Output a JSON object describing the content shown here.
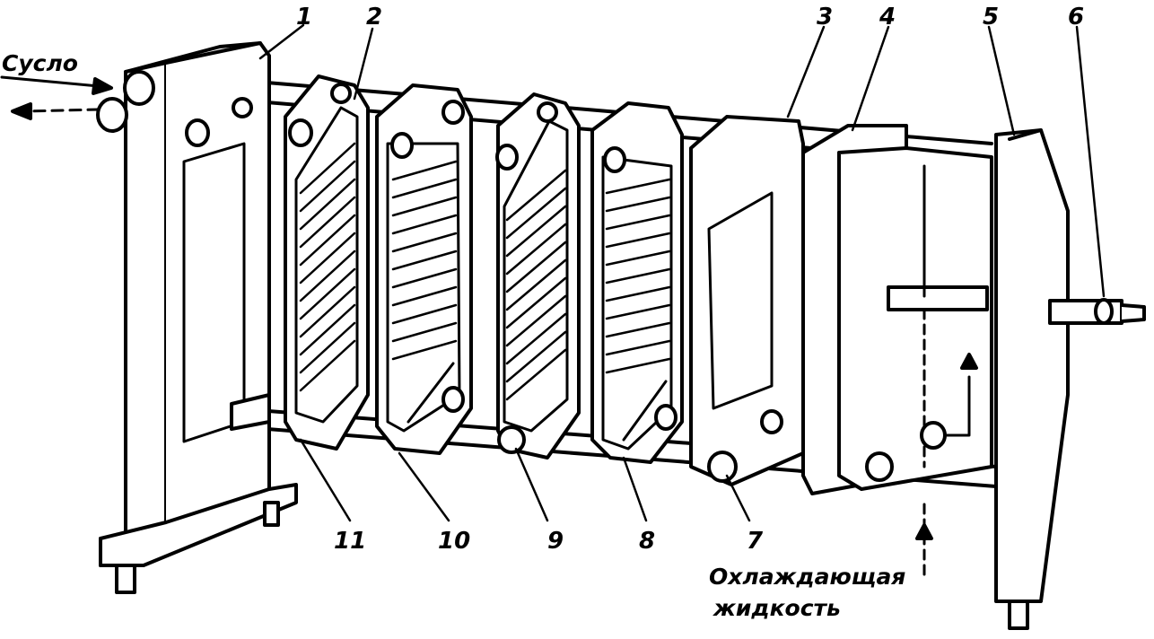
{
  "labels": {
    "inlet": "Сусло",
    "coolant_line1": "Охлаждающая",
    "coolant_line2": "жидкость",
    "n1": "1",
    "n2": "2",
    "n3": "3",
    "n4": "4",
    "n5": "5",
    "n6": "6",
    "n7": "7",
    "n8": "8",
    "n9": "9",
    "n10": "10",
    "n11": "11"
  },
  "colors": {
    "ink": "#000000",
    "paper": "#ffffff"
  }
}
